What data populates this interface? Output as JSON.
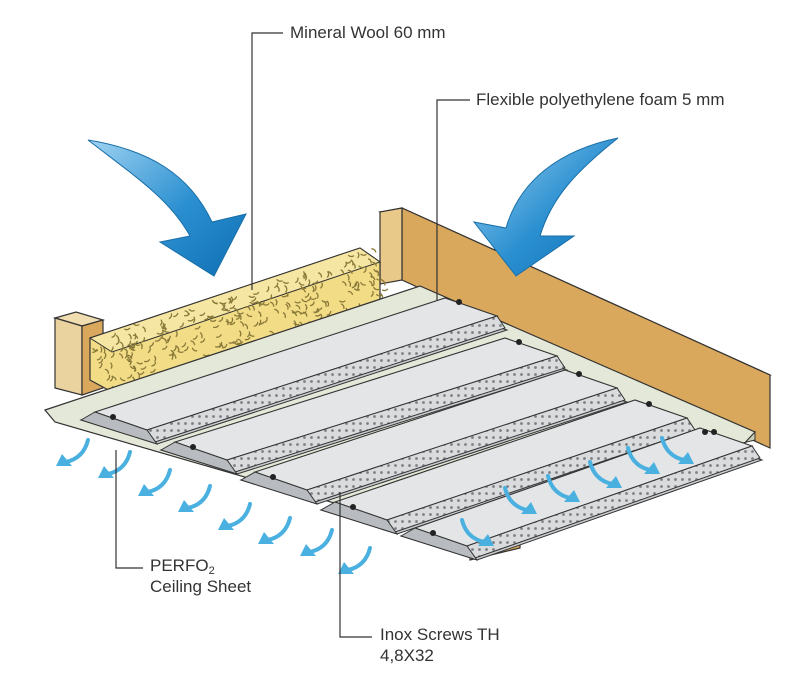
{
  "callouts": {
    "mineral_wool": "Mineral Wool 60 mm",
    "pe_foam": "Flexible polyethylene foam 5 mm",
    "sheet_line1_prefix": "PERFO",
    "sheet_line1_sub": "2",
    "sheet_line2": "Ceiling Sheet",
    "screws_line1": "Inox Screws TH",
    "screws_line2": "4,8X32"
  },
  "colors": {
    "wood": "#D9A85C",
    "wood_dark": "#B58342",
    "wood_light": "#F0DDB0",
    "wool": "#F2DC86",
    "wool_fleck": "#8A7A3A",
    "foam_board": "#E4E8D8",
    "sheet": "#D6D8DA",
    "sheet_shadow": "#A9ACB0",
    "arrow_big": "#1F86C8",
    "arrow_small": "#4AB0E0",
    "leader": "#333333"
  },
  "icons": {
    "incoming_sound": "curved-arrow-down-icon",
    "absorbed_sound": "small-curved-arrow-icon"
  }
}
